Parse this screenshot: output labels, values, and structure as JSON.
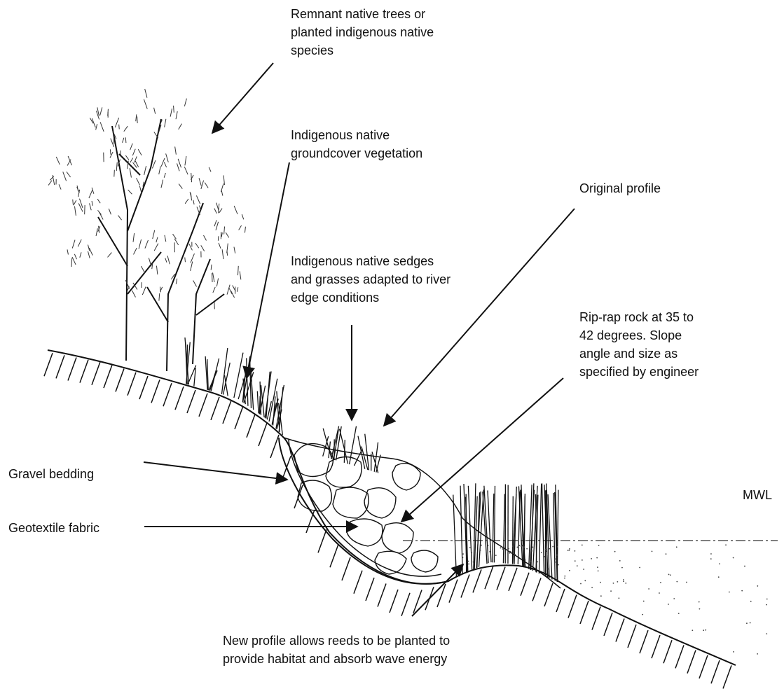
{
  "labels": {
    "remnant": "Remnant native trees or\nplanted indigenous native\nspecies",
    "groundcover": "Indigenous native\ngroundcover vegetation",
    "original_profile": "Original profile",
    "sedges": "Indigenous native sedges\nand grasses adapted to river\nedge conditions",
    "riprap": "Rip-rap rock at 35 to\n42 degrees. Slope\nangle and size as\nspecified by engineer",
    "gravel": "Gravel bedding",
    "mwl": "MWL",
    "geotextile": "Geotextile fabric",
    "new_profile": "New profile allows reeds to be planted to\nprovide habitat and absorb wave energy"
  },
  "colors": {
    "ink": "#111111",
    "foliage": "#333333",
    "background": "#ffffff"
  }
}
